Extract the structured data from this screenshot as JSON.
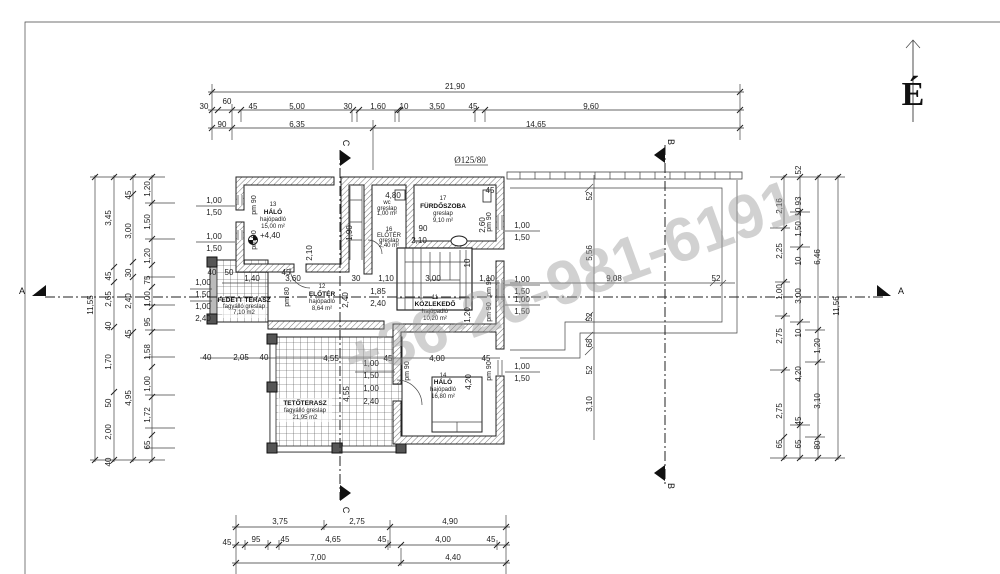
{
  "north": {
    "letter": "É"
  },
  "watermark": "+36-20-981-6191",
  "sections": {
    "a": "A",
    "b": "B",
    "c": "C"
  },
  "chimney": "Ø125/80",
  "elevation": "+4,40",
  "dims_top": {
    "overall": "21,90",
    "row2": [
      "30",
      "60",
      "45",
      "5,00",
      "30",
      "1,60",
      "10",
      "3,50",
      "45",
      "9,60"
    ],
    "row3": [
      "90",
      "6,35",
      "14,65"
    ]
  },
  "dims_bottom": {
    "row1": [
      "3,75",
      "2,75",
      "4,90"
    ],
    "row2": [
      "45",
      "95",
      "45",
      "4,65",
      "45",
      "4,00",
      "45"
    ],
    "row3": [
      "7,00",
      "4,40"
    ]
  },
  "dims_left": {
    "overall": "11,55",
    "col1": [
      "3,45",
      "45",
      "2,65",
      "40",
      "1,70",
      "50",
      "2,00",
      "40"
    ],
    "col2": [
      "45",
      "3,00",
      "30",
      "2,40",
      "45",
      "4,95"
    ],
    "col3": [
      "1,20",
      "1,50",
      "1,20",
      "75",
      "1,00",
      "95",
      "1,58",
      "1,00",
      "1,72",
      "65"
    ]
  },
  "dims_right": {
    "col1": [
      "2,16",
      "2,25",
      "1,00",
      "2,75",
      "2,75",
      "65"
    ],
    "col2": [
      "52",
      "93",
      "10",
      "1,50",
      "10",
      "3,00",
      "10",
      "4,20",
      "45",
      "65"
    ],
    "col3": [
      "6,46",
      "1,20",
      "3,10",
      "80"
    ],
    "overall": "11,56"
  },
  "roof_dims": [
    "52",
    "5,56",
    "52",
    "68",
    "52",
    "3,10",
    "9,08",
    "52"
  ],
  "windows": [
    [
      "1,00",
      "1,50"
    ],
    [
      "1,00",
      "1,50"
    ],
    [
      "1,00",
      "1,50"
    ],
    [
      "1,00",
      "1,50"
    ],
    [
      "1,00",
      "1,50"
    ],
    [
      "1,00",
      "1,50"
    ]
  ],
  "terrace_openings": [
    "1,00",
    "1,50",
    "1,00",
    "2,40"
  ],
  "covered_openings": [
    "1,00",
    "1,50",
    "1,00",
    "2,40"
  ],
  "interior_dims": [
    "1,40",
    "45",
    "3,60",
    "30",
    "1,10",
    "1,85",
    "2,40",
    "3,00",
    "1,10",
    "2,10",
    "90",
    "2,60",
    "45",
    "4,80",
    "4,00",
    "45",
    "4,55",
    "45",
    "40",
    "2,05",
    "40",
    "40",
    "50",
    "2,40",
    "1,90",
    "2,10",
    "4,20",
    "10",
    "1,20",
    "4,55"
  ],
  "parapets": [
    "pm 90",
    "pm 90",
    "pm 80",
    "pm 90",
    "pm 90",
    "pm 90",
    "pm 90",
    "pm 90"
  ],
  "rooms": [
    {
      "num": "13",
      "name": "HÁLÓ",
      "floor": "hajópadló",
      "area": "15,00 m²"
    },
    {
      "num": "",
      "name": "wc",
      "floor": "greslap",
      "area": "1,00 m²"
    },
    {
      "num": "16",
      "name": "ELŐTÉR",
      "floor": "greslap",
      "area": "2,40 m²"
    },
    {
      "num": "17",
      "name": "FÜRDŐSZOBA",
      "floor": "greslap",
      "area": "9,10 m²"
    },
    {
      "num": "12",
      "name": "ELŐTÉR",
      "floor": "hajópadló",
      "area": "8,64 m²"
    },
    {
      "num": "11",
      "name": "KÖZLEKEDŐ",
      "floor": "hajópadló",
      "area": "10,20 m²"
    },
    {
      "num": "14",
      "name": "HÁLÓ",
      "floor": "hajópadló",
      "area": "16,80 m²"
    },
    {
      "num": "",
      "name": "TETŐTERASZ",
      "floor": "fagyálló greslap",
      "area": "21,95 m2"
    },
    {
      "num": "",
      "name": "FEDETT TERASZ",
      "floor": "fagyálló greslap",
      "area": "7,10 m2"
    }
  ]
}
